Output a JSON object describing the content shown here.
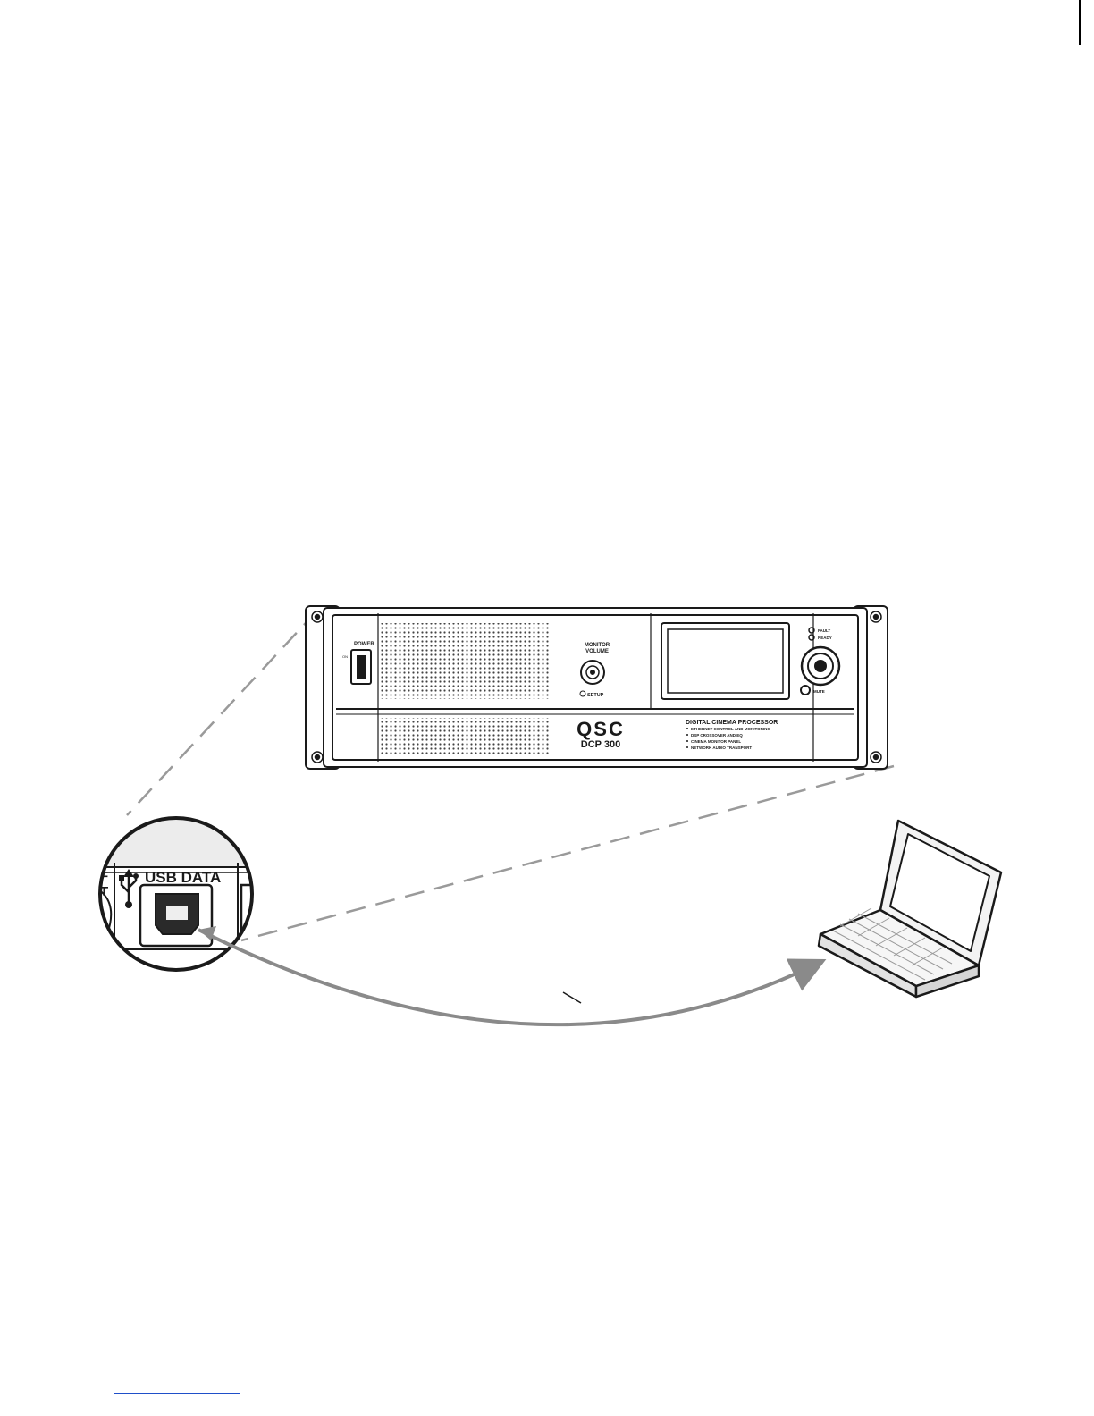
{
  "device": {
    "brand": "QSC",
    "model": "DCP 300",
    "product_line": "DIGITAL CINEMA PROCESSOR",
    "features": [
      "ETHERNET CONTROL AND MONITORING",
      "DSP CROSSOVER AND EQ",
      "CINEMA MONITOR PANEL",
      "NETWORK AUDIO TRANSPORT"
    ],
    "power_label": "POWER",
    "power_on_label": "ON",
    "monitor_label_line1": "MONITOR",
    "monitor_label_line2": "VOLUME",
    "setup_label": "SETUP",
    "fault_label": "FAULT",
    "ready_label": "READY",
    "mute_label": "MUTE"
  },
  "inset": {
    "port_label": "USB DATA",
    "edge_letters": [
      "F",
      "T"
    ]
  },
  "colors": {
    "line": "#1a1a1a",
    "arrow": "#8a8a8a",
    "dash": "#9a9a9a",
    "footnote_rule": "#1f4fc9"
  },
  "icons": [
    "usb-icon",
    "laptop-icon",
    "arrow-icon"
  ]
}
